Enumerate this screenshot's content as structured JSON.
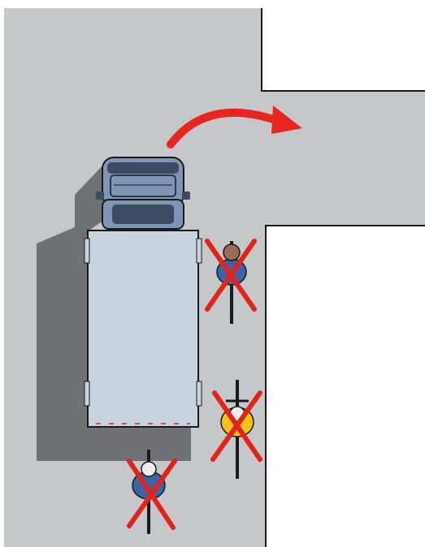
{
  "colors": {
    "road": "#c6c7c9",
    "curb": "#1a1a1a",
    "background": "#ffffff",
    "shadow": "#6f7175",
    "truck_cab": "#7f95b5",
    "truck_cab_dark": "#3c4b63",
    "truck_box": "#c9d3e0",
    "turn_arrow": "#e8261f",
    "danger_cross": "#e0241c",
    "cyclist_blue": "#3a63a8",
    "cyclist_yellow": "#f2c21b",
    "helmet_brown": "#9a6c55",
    "helmet_white": "#ededed"
  },
  "scene": {
    "truck": {
      "direction": "north",
      "action": "right-turn"
    },
    "turn_arrow": {
      "direction": "right"
    },
    "cyclists": [
      {
        "position": "beside-truck-front",
        "jersey": "blue",
        "helmet": "brown",
        "marked_danger": true
      },
      {
        "position": "beside-truck-rear",
        "jersey": "yellow",
        "helmet": "white",
        "marked_danger": true
      },
      {
        "position": "behind-truck",
        "jersey": "blue",
        "helmet": "white",
        "marked_danger": true
      }
    ]
  }
}
